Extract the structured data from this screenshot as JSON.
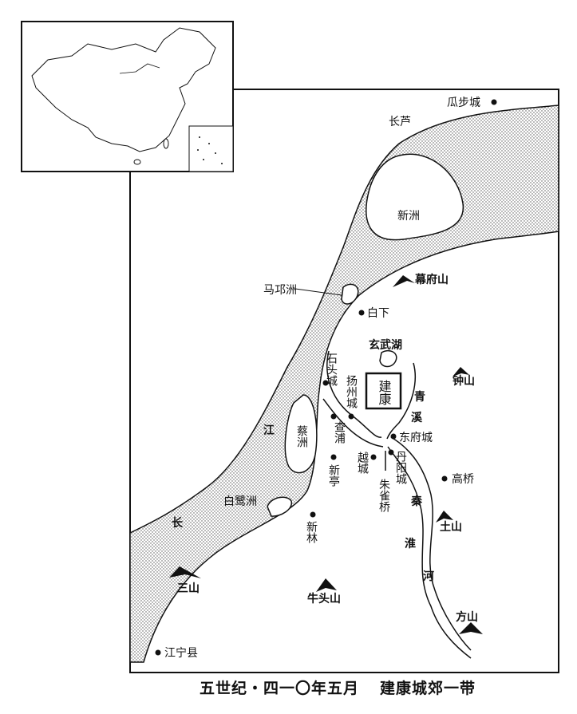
{
  "caption": {
    "date": "五世纪・四一〇年五月",
    "title": "建康城郊一带"
  },
  "places": {
    "guabu": "瓜步城",
    "changlu": "长芦",
    "xinzhou": "新洲",
    "maqiongzhou": "马邛洲",
    "mufushan": "幕府山",
    "baixia": "白下",
    "xuanwuhu": "玄武湖",
    "shitoucheng": "石头城",
    "yangzhoucheng": "扬州城",
    "jiankang": "建康",
    "zhongshan": "钟山",
    "qing": "青",
    "xi": "溪",
    "dongfucheng": "东府城",
    "jiang": "江",
    "caizhou": "蔡洲",
    "chapu": "查浦",
    "xinting": "新亭",
    "yuecheng": "越城",
    "zhuqueqiao": "朱雀桥",
    "danyangcheng": "丹阳城",
    "gaoqiao": "高桥",
    "bailuzhou": "白鹭洲",
    "qin": "秦",
    "tushan": "土山",
    "xinlin": "新林",
    "chang": "长",
    "huai": "淮",
    "he": "河",
    "sanshan": "三山",
    "niutoushan": "牛头山",
    "fangshan": "方山",
    "jiangningxian": "江宁县"
  },
  "colors": {
    "ink": "#111111",
    "water_dots": "#555555"
  }
}
